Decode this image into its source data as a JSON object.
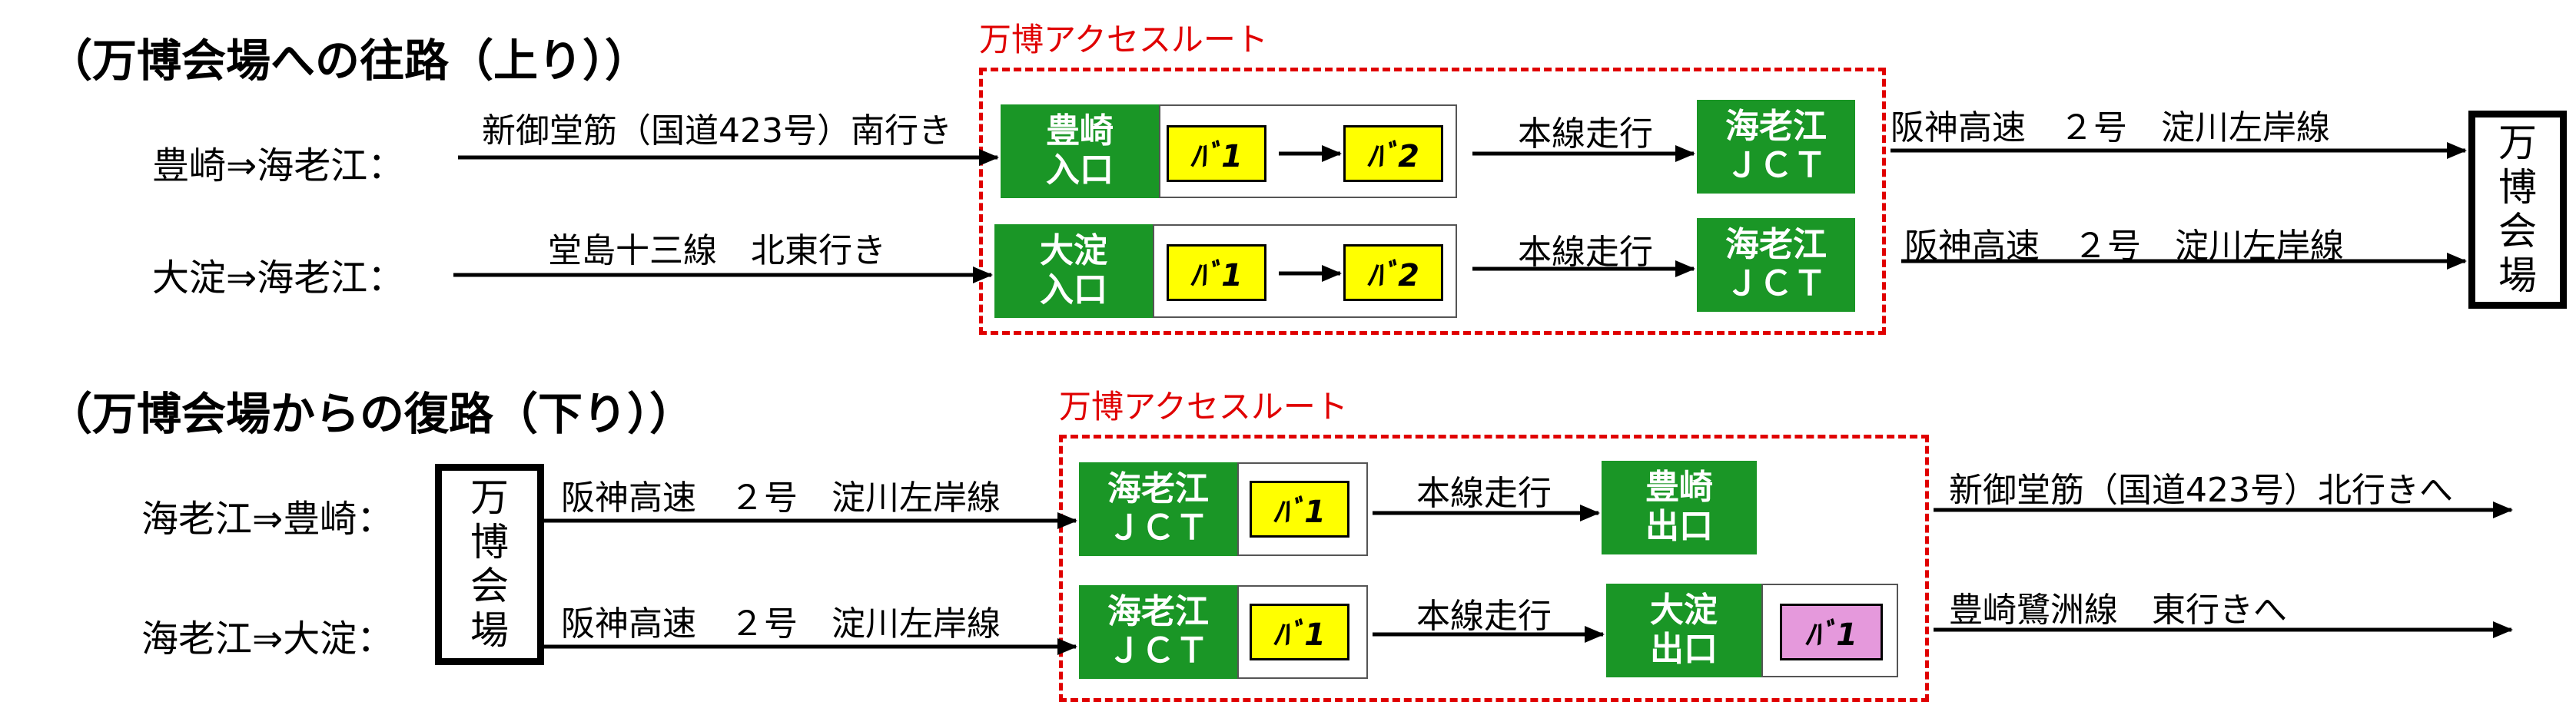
{
  "outbound": {
    "title": "（万博会場への往路（上り））",
    "access_route_label": "万博アクセスルート",
    "rows": [
      {
        "origin": "豊崎⇒海老江：",
        "approach_road": "新御堂筋（国道423号）南行き",
        "entrance": [
          "豊崎",
          "入口"
        ],
        "tolls": [
          "ﾊﾞ1",
          "ﾊﾞ2"
        ],
        "mainline": "本線走行",
        "jct": [
          "海老江",
          "ＪＣＴ"
        ],
        "highway": "阪神高速　２号　淀川左岸線"
      },
      {
        "origin": "大淀⇒海老江：",
        "approach_road": "堂島十三線　北東行き",
        "entrance": [
          "大淀",
          "入口"
        ],
        "tolls": [
          "ﾊﾞ1",
          "ﾊﾞ2"
        ],
        "mainline": "本線走行",
        "jct": [
          "海老江",
          "ＪＣＴ"
        ],
        "highway": "阪神高速　２号　淀川左岸線"
      }
    ],
    "venue": [
      "万",
      "博",
      "会",
      "場"
    ]
  },
  "return": {
    "title": "（万博会場からの復路（下り））",
    "access_route_label": "万博アクセスルート",
    "venue": [
      "万",
      "博",
      "会",
      "場"
    ],
    "rows": [
      {
        "origin": "海老江⇒豊崎：",
        "highway": "阪神高速　２号　淀川左岸線",
        "jct": [
          "海老江",
          "ＪＣＴ"
        ],
        "tolls": [
          "ﾊﾞ1"
        ],
        "mainline": "本線走行",
        "exit": [
          "豊崎",
          "出口"
        ],
        "exit_tolls": [],
        "onward": "新御堂筋（国道423号）北行きへ"
      },
      {
        "origin": "海老江⇒大淀：",
        "highway": "阪神高速　２号　淀川左岸線",
        "jct": [
          "海老江",
          "ＪＣＴ"
        ],
        "tolls": [
          "ﾊﾞ1"
        ],
        "mainline": "本線走行",
        "exit": [
          "大淀",
          "出口"
        ],
        "exit_tolls": [
          "ﾊﾞ1"
        ],
        "onward": "豊崎鷺洲線　東行きへ"
      }
    ]
  },
  "colors": {
    "green": "#1a9626",
    "red": "#e00000",
    "yellow": "#ffff00",
    "pink": "#e599dc"
  }
}
